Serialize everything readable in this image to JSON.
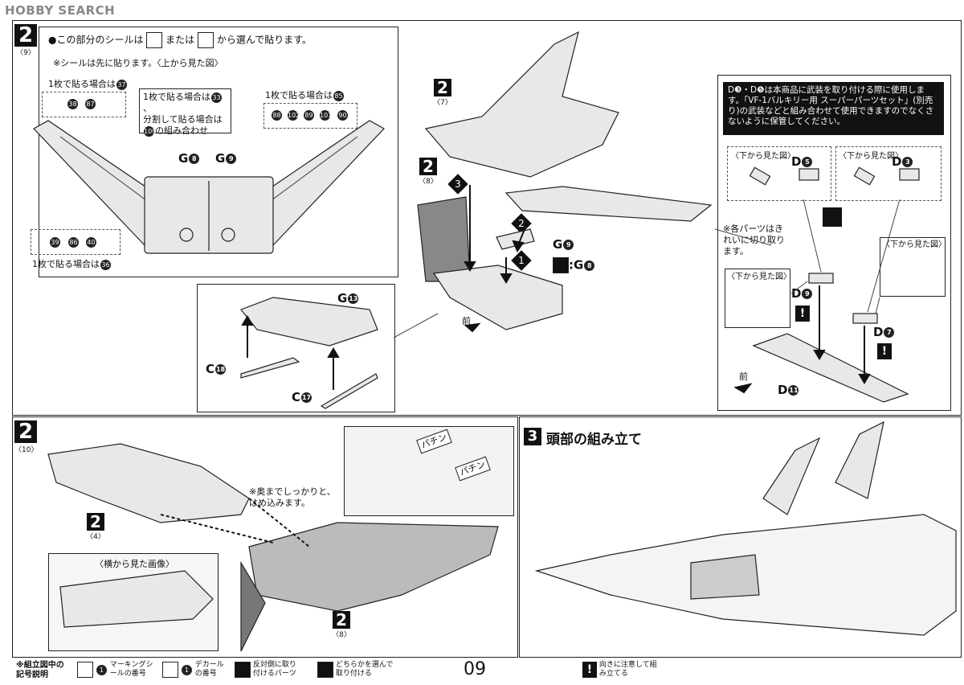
{
  "site": {
    "logo": "HOBBY SEARCH"
  },
  "section_top": {
    "step_number": "2",
    "step_sub": "〈9〉",
    "sticker_note": "●この部分のシールは",
    "sticker_note_or": "または",
    "sticker_note_end": "から選んで貼ります。",
    "sticker_first": "※シールは先に貼ります。〈上から見た図〉",
    "one_sheet_a": "1枚で貼る場合は",
    "one_sheet_a_num": "37",
    "stickers_left_top": [
      "38",
      "87"
    ],
    "split_note_1": "1枚で貼る場合は",
    "split_note_num1": "33",
    "split_note_2": "分割して貼る場合は",
    "split_note_3": "の組み合わせ",
    "split_note_num3": "109",
    "one_sheet_b": "1枚で貼る場合は",
    "one_sheet_b_num": "85",
    "stickers_right_top": [
      "88",
      "102",
      "89",
      "101",
      "90"
    ],
    "stickers_left_bottom": [
      "39",
      "86",
      "40"
    ],
    "one_sheet_c": "1枚で貼る場合は",
    "one_sheet_c_num": "36",
    "part_g8": "G",
    "part_g8_num": "8",
    "part_g9": "G",
    "part_g9_num": "9",
    "inset_g13": "G",
    "inset_g13_num": "13",
    "inset_c18": "C",
    "inset_c18_num": "18",
    "inset_c17": "C",
    "inset_c17_num": "17"
  },
  "section_mid": {
    "step7": "2",
    "step7_sub": "〈7〉",
    "step8": "2",
    "step8_sub": "〈8〉",
    "order": [
      "3",
      "2",
      "1"
    ],
    "g9": "G",
    "g9_num": "9",
    "g8_prefix": ":G",
    "g8_num": "8",
    "front": "前"
  },
  "section_right": {
    "note": "D❸・D❺は本商品に武装を取り付ける際に使用します。「VF-1バルキリー用 スーパーパーツセット」(別売り)の武装などと組み合わせて使用できますのでなくさないように保管してください。",
    "view_bottom_a": "〈下から見た図〉",
    "d5": "D",
    "d5_num": "5",
    "view_bottom_b": "〈下から見た図〉",
    "d3": "D",
    "d3_num": "3",
    "cut_note": "※各パーツはきれいに切り取ります。",
    "view_bottom_c": "〈下から見た図〉",
    "view_bottom_d": "〈下から見た図〉",
    "d9": "D",
    "d9_num": "9",
    "d7": "D",
    "d7_num": "7",
    "d11": "D",
    "d11_num": "11",
    "front": "前"
  },
  "section_bottom_left": {
    "step_number": "2",
    "step_sub": "〈10〉",
    "ref4": "2",
    "ref4_sub": "〈4〉",
    "ref8": "2",
    "ref8_sub": "〈8〉",
    "note": "※奥までしっかりと、はめ込みます。",
    "side_view": "〈横から見た画像〉",
    "snap1": "パチン",
    "snap2": "パチン"
  },
  "section_bottom_right": {
    "step_number": "3",
    "title": "頭部の組み立て"
  },
  "footer": {
    "legend_title": "※組立図中の記号説明",
    "legend1_num": "1",
    "legend1": "マーキングシールの番号",
    "legend2_num": "1",
    "legend2": "デカールの番号",
    "legend3": "反対側に取り付けるパーツ",
    "legend4": "どちらかを選んで取り付ける",
    "page_number": "09",
    "legend5": "向きに注意して組み立てる"
  }
}
